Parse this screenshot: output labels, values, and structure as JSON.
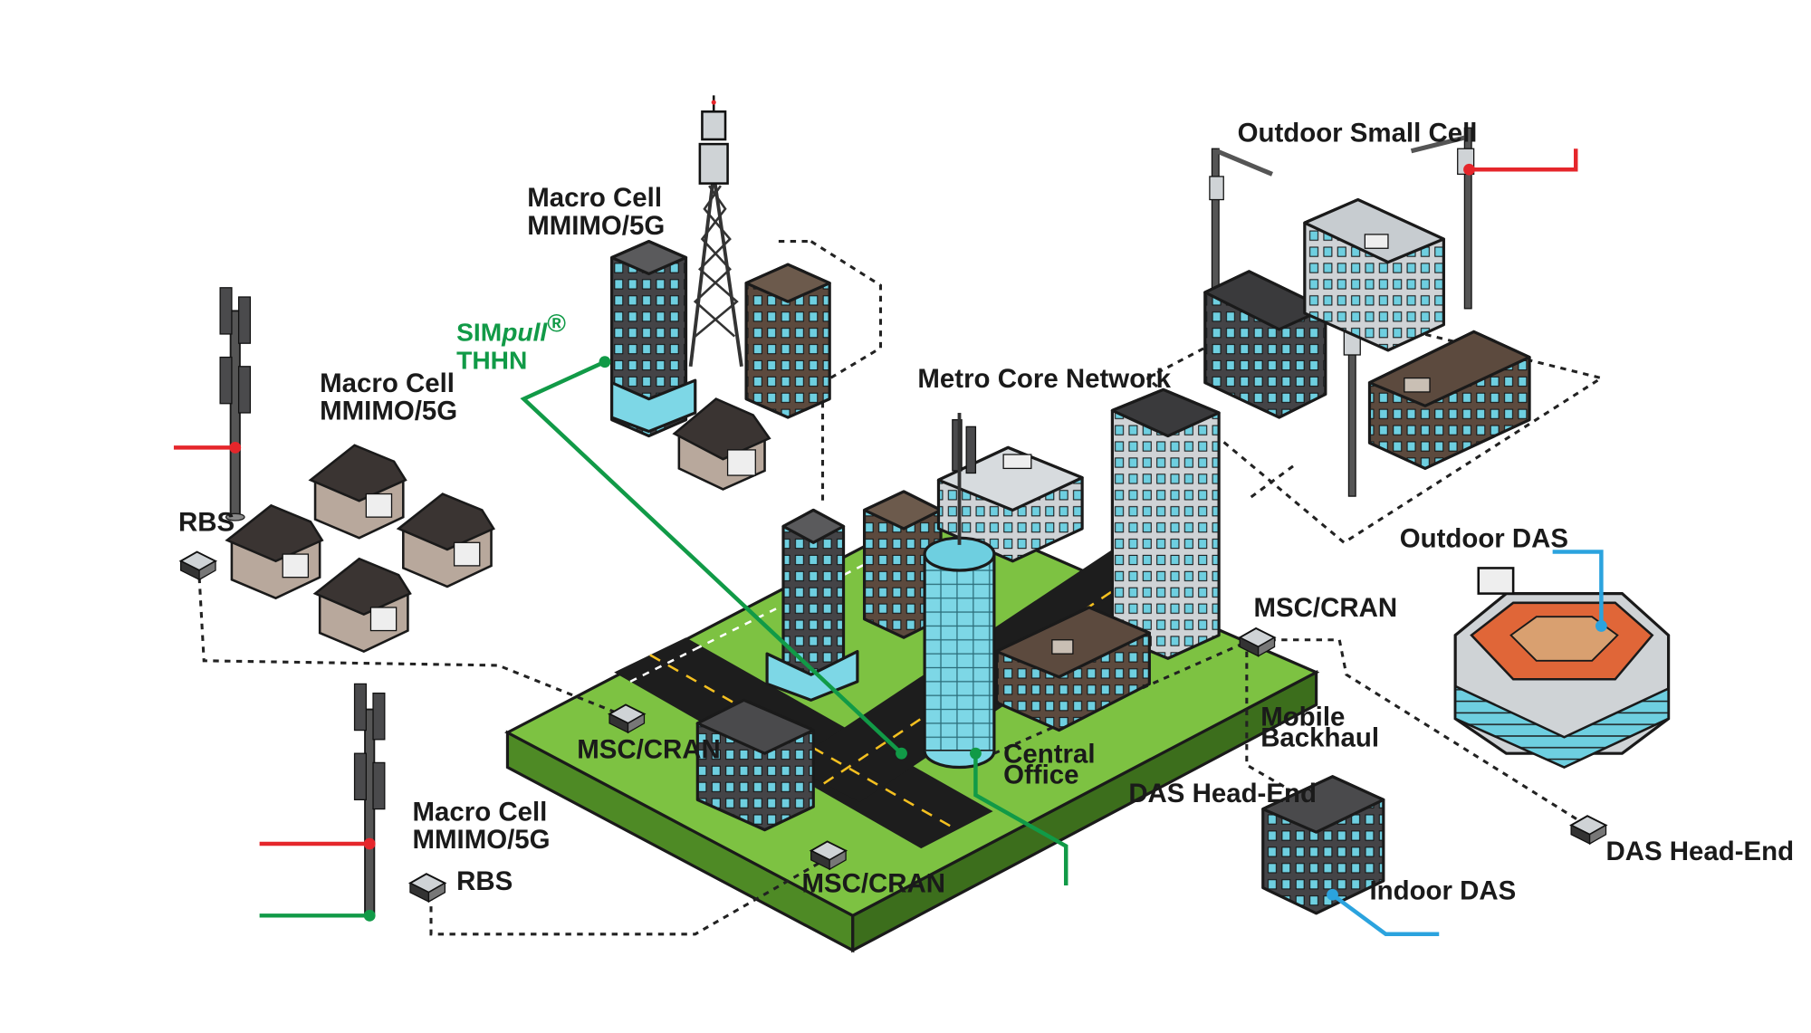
{
  "labels": {
    "macro_cell_top": [
      "Macro Cell",
      "MMIMO/5G"
    ],
    "macro_cell_left": [
      "Macro Cell",
      "MMIMO/5G"
    ],
    "macro_cell_bottom": [
      "Macro Cell",
      "MMIMO/5G"
    ],
    "simpull": {
      "sim": "SIM",
      "pull": "pull",
      "reg": "®",
      "thhn": "THHN"
    },
    "metro_core": "Metro Core Network",
    "outdoor_small_cell": "Outdoor Small Cell",
    "outdoor_das": "Outdoor DAS",
    "rbs_left": "RBS",
    "rbs_bottom": "RBS",
    "msc_left": "MSC/CRAN",
    "msc_bottom": "MSC/CRAN",
    "msc_right": "MSC/CRAN",
    "central_office": [
      "Central",
      "Office"
    ],
    "mobile_backhaul": [
      "Mobile",
      "Backhaul"
    ],
    "das_head_end_mid": "DAS Head-End",
    "das_head_end_right": "DAS Head-End",
    "indoor_das": "Indoor DAS"
  },
  "colors": {
    "ground": "#7dc242",
    "ground_edge": "#4e8a25",
    "road": "#1d1d1d",
    "road_line": "#f4c020",
    "building_dark": "#4a4a4c",
    "building_brown": "#5c4a3e",
    "building_light": "#cfd3d6",
    "glass": "#6ecfe0",
    "cable_red": "#e5262b",
    "cable_green": "#119a47",
    "cable_blue": "#2ba3de",
    "connector": "#222222"
  },
  "icons": [
    "macro-tower-icon",
    "antenna-pole-icon",
    "rbs-box-icon",
    "msc-box-icon",
    "house-icon",
    "office-building-icon",
    "glass-tower-icon",
    "street-light-icon",
    "stadium-icon"
  ]
}
